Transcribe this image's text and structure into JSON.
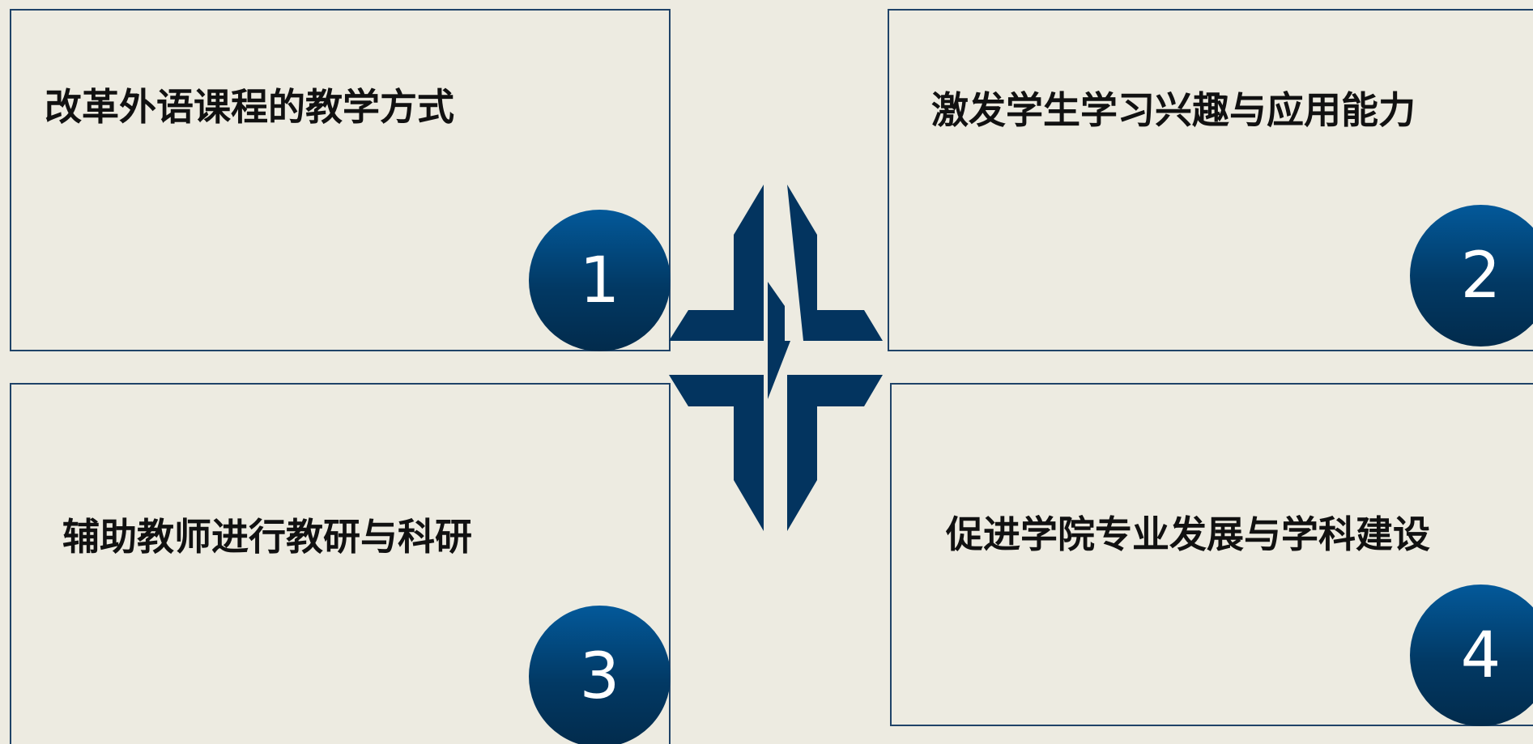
{
  "cards": [
    {
      "text": "改革外语课程的教学方式",
      "number": "1"
    },
    {
      "text": "激发学生学习兴趣与应用能力",
      "number": "2"
    },
    {
      "text": "辅助教师进行教研与科研",
      "number": "3"
    },
    {
      "text": "促进学院专业发展与学科建设",
      "number": "4"
    }
  ],
  "colors": {
    "background": "#edebe1",
    "border": "#1f4368",
    "accent_navy": "#03345f",
    "accent_blue": "#03599a",
    "text": "#111111"
  },
  "icons": {
    "center": "interlocking-arrows-icon"
  }
}
